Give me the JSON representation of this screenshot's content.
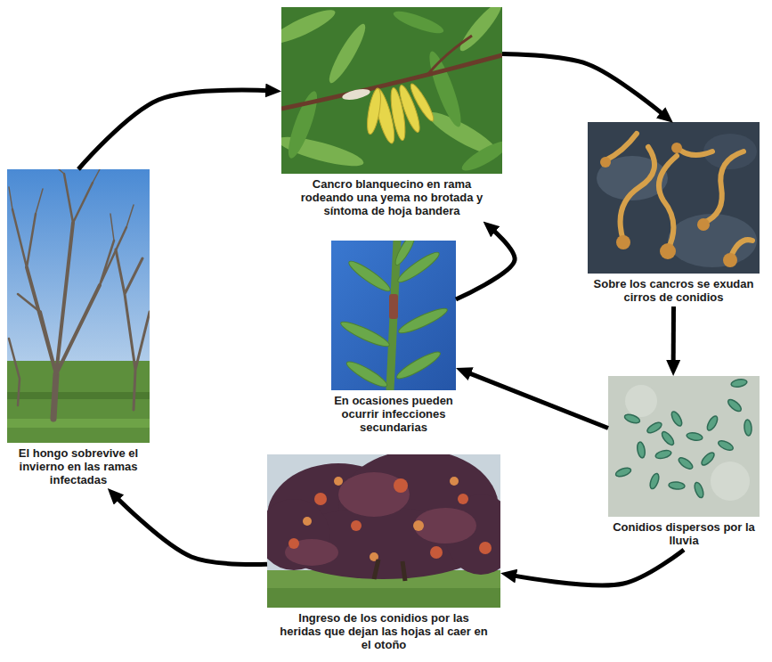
{
  "diagram": {
    "nodes": [
      {
        "text": [
          "Cancro blanquecino en rama rodeando una yema no brotada y síntoma de hoja bandera"
        ]
      },
      {
        "text": [
          "Sobre los cancros se exudan cirros de conidios"
        ]
      },
      {
        "text": [
          "Conidios dispersos por la lluvia"
        ]
      },
      {
        "text": [
          "Ingreso de los conidios por las heridas que dejan las hojas al caer en el otoño"
        ]
      },
      {
        "text": [
          "El hongo sobrevive el invierno en las ramas infectadas"
        ]
      },
      {
        "text": [
          "En ocasiones pueden ocurrir infecciones secundarias"
        ]
      }
    ],
    "edges": [
      {
        "from": 4,
        "to": 0,
        "arrow": "to"
      },
      {
        "from": 0,
        "to": 1,
        "arrow": "to"
      },
      {
        "from": 1,
        "to": 2,
        "arrow": "to"
      },
      {
        "from": 2,
        "to": 3,
        "arrow": "to"
      },
      {
        "from": 3,
        "to": 4,
        "arrow": "to"
      },
      {
        "from": 2,
        "to": 5,
        "arrow": "to"
      },
      {
        "from": 5,
        "to": 0,
        "arrow": "to"
      }
    ]
  }
}
